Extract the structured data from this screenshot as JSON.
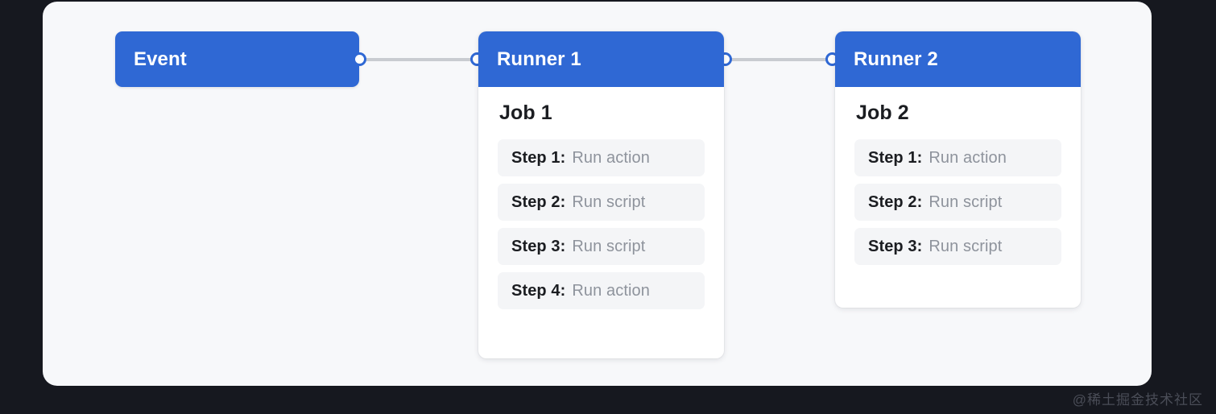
{
  "canvas": {
    "background_color": "#16181f",
    "panel_background_color": "#f7f8fa",
    "accent_color": "#2f68d4",
    "connector_color": "#c9ccd1",
    "pill_background_color": "#f4f5f7",
    "muted_text_color": "#8e939c"
  },
  "watermark": {
    "text": "@稀土掘金技术社区"
  },
  "flow": {
    "event": {
      "label": "Event"
    },
    "connectors": [
      {
        "name": "event-to-runner1"
      },
      {
        "name": "runner1-to-runner2"
      }
    ],
    "runners": [
      {
        "title": "Runner 1",
        "job": "Job 1",
        "steps": [
          {
            "key": "Step 1:",
            "value": "Run action"
          },
          {
            "key": "Step 2:",
            "value": "Run script"
          },
          {
            "key": "Step 3:",
            "value": "Run script"
          },
          {
            "key": "Step 4:",
            "value": "Run action"
          }
        ]
      },
      {
        "title": "Runner 2",
        "job": "Job 2",
        "steps": [
          {
            "key": "Step 1:",
            "value": "Run action"
          },
          {
            "key": "Step 2:",
            "value": "Run script"
          },
          {
            "key": "Step 3:",
            "value": "Run script"
          }
        ]
      }
    ]
  }
}
